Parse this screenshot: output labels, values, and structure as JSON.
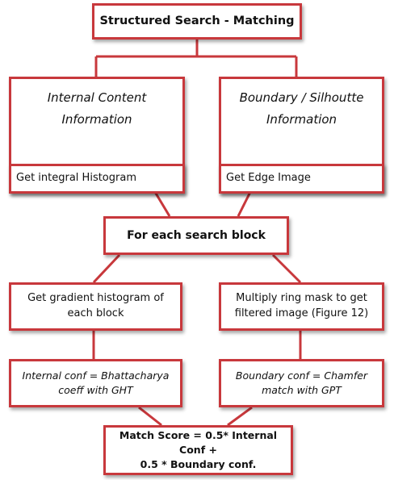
{
  "colors": {
    "box_border": "#c8383c",
    "connector": "#c8383c",
    "background": "#ffffff"
  },
  "title": "Structured Search  - Matching",
  "branches": {
    "internal": {
      "heading": "Internal Content Information",
      "step": "Get integral Histogram",
      "process": "Get gradient histogram of each block",
      "confidence": "Internal conf = Bhattacharya coeff with GHT"
    },
    "boundary": {
      "heading": "Boundary / Silhoutte Information",
      "step": "Get Edge Image",
      "process": "Multiply ring mask to get filtered image (Figure 12)",
      "confidence": "Boundary conf = Chamfer match with GPT"
    }
  },
  "merge": "For each search block",
  "score": {
    "line1": "Match Score = 0.5* Internal Conf +",
    "line2": "0.5 * Boundary conf."
  }
}
